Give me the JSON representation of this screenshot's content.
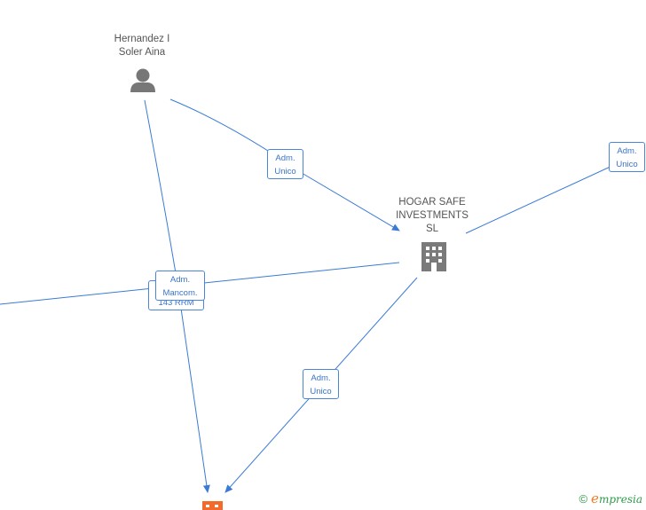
{
  "nodes": {
    "person": {
      "label": "Hernandez I\nSoler Aina",
      "icon": "person-icon"
    },
    "company": {
      "label": "HOGAR SAFE\nINVESTMENTS\nSL",
      "icon": "building-icon"
    },
    "target": {
      "icon": "company-orange-icon"
    }
  },
  "edges": {
    "person_to_company": "Adm.\nUnico",
    "top_right": "Adm.\nUnico",
    "left_hidden": "143 RRM",
    "person_to_target": "Adm.\nMancom.",
    "company_to_target": "Adm.\nUnico"
  },
  "footer": {
    "copyright": "©",
    "brand_initial": "e",
    "brand_rest": "mpresia"
  },
  "colors": {
    "edge": "#3a7bd5",
    "node_gray": "#777777",
    "target_orange": "#f26b2a"
  }
}
